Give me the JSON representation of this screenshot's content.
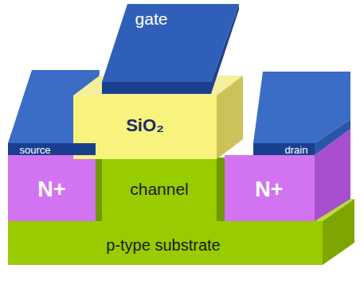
{
  "diagram": {
    "nodes": [
      {
        "text": [
          "gate"
        ]
      },
      {
        "text": [
          "SiO₂"
        ]
      },
      {
        "text": [
          "source"
        ]
      },
      {
        "text": [
          "drain"
        ]
      },
      {
        "text": [
          "N+"
        ]
      },
      {
        "text": [
          "channel"
        ]
      },
      {
        "text": [
          "N+"
        ]
      },
      {
        "text": [
          "p-type substrate"
        ]
      }
    ]
  }
}
